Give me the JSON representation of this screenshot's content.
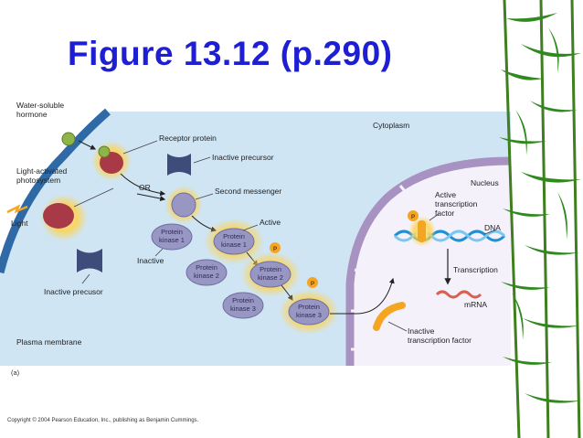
{
  "slide": {
    "title": "Figure 13.12 (p.290)"
  },
  "figure": {
    "panel_label": "(a)",
    "labels": {
      "water_soluble_hormone": [
        "Water-soluble",
        "hormone"
      ],
      "receptor_protein": "Receptor protein",
      "inactive_precursor_top": "Inactive precursor",
      "light_activated_photosystem": [
        "Light-activated",
        "photosystem"
      ],
      "or": "OR",
      "second_messenger": "Second messenger",
      "light": "Light",
      "active": "Active",
      "inactive": "Inactive",
      "inactive_precursor_bottom": "Inactive precusor",
      "plasma_membrane": "Plasma membrane",
      "cytoplasm": "Cytoplasm",
      "nucleus": "Nucleus",
      "active_tf": [
        "Active",
        "transcription",
        "factor"
      ],
      "dna": "DNA",
      "transcription": "Transcription",
      "mrna": "mRNA",
      "inactive_tf": [
        "Inactive",
        "transcription factor"
      ]
    },
    "kinases": {
      "pk1_inactive": [
        "Protein",
        "kinase 1"
      ],
      "pk1_active": [
        "Protein",
        "kinase 1"
      ],
      "pk2_inactive": [
        "Protein",
        "kinase 2"
      ],
      "pk2_active": [
        "Protein",
        "kinase 2"
      ],
      "pk3_inactive": [
        "Protein",
        "kinase 3"
      ],
      "pk3_active": [
        "Protein",
        "kinase 3"
      ]
    },
    "phosphate": "P",
    "colors": {
      "cytoplasm": "#cfe5f4",
      "membrane": "#2f6aa6",
      "nucleus_envelope": "#a892c2",
      "kinase": "#9897c4",
      "glow": "#ffd24a",
      "phosphate": "#f4a623",
      "receptor": "#a83a48",
      "hormone": "#8fb44a",
      "title": "#1e1ed2"
    }
  },
  "footer": {
    "copyright": "Copyright © 2004 Pearson Education, Inc., publishing as Benjamin Cummings."
  }
}
